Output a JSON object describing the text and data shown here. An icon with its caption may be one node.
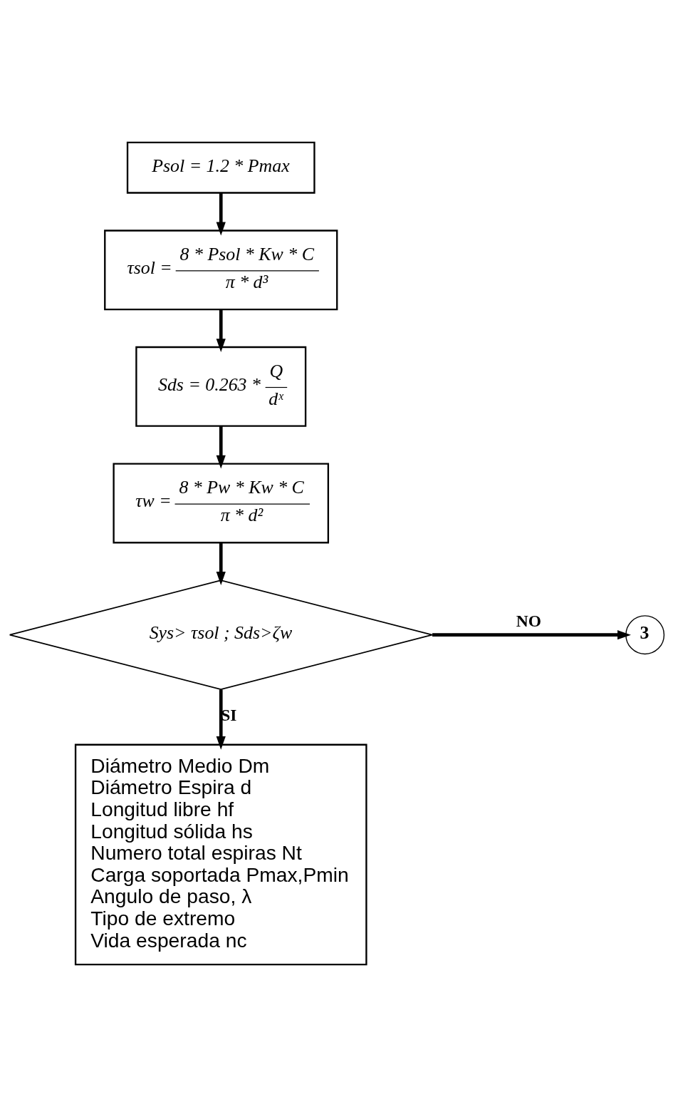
{
  "diagram": {
    "nodes": [
      {
        "text": [
          "Psol = 1.2 * Pmax"
        ]
      },
      {
        "text": [
          "τsol =",
          "8 * Psol * Kw * C",
          "π * d³"
        ]
      },
      {
        "text": [
          "Sds = 0.263 *",
          "Q",
          "dˣ"
        ]
      },
      {
        "text": [
          "τw =",
          "8 * Pw * Kw * C",
          "π * d²"
        ]
      },
      {
        "text": [
          "Sys> τsol ; Sds>ζw"
        ]
      },
      {
        "text": [
          "3"
        ]
      },
      {
        "text": [
          "Diámetro Medio Dm",
          "Diámetro Espira d",
          "Longitud libre hf",
          "Longitud sólida hs",
          "Numero total espiras Nt",
          "Carga soportada Pmax,Pmin",
          "Angulo de paso, λ",
          "Tipo de extremo",
          "Vida esperada nc"
        ]
      }
    ],
    "edges": [
      {
        "from": 0,
        "to": 1,
        "arrow": "to"
      },
      {
        "from": 1,
        "to": 2,
        "arrow": "to"
      },
      {
        "from": 2,
        "to": 3,
        "arrow": "to"
      },
      {
        "from": 3,
        "to": 4,
        "arrow": "to"
      },
      {
        "from": 4,
        "to": 5,
        "arrow": "to",
        "label": "NO"
      },
      {
        "from": 4,
        "to": 6,
        "arrow": "to",
        "label": "SI"
      }
    ]
  }
}
